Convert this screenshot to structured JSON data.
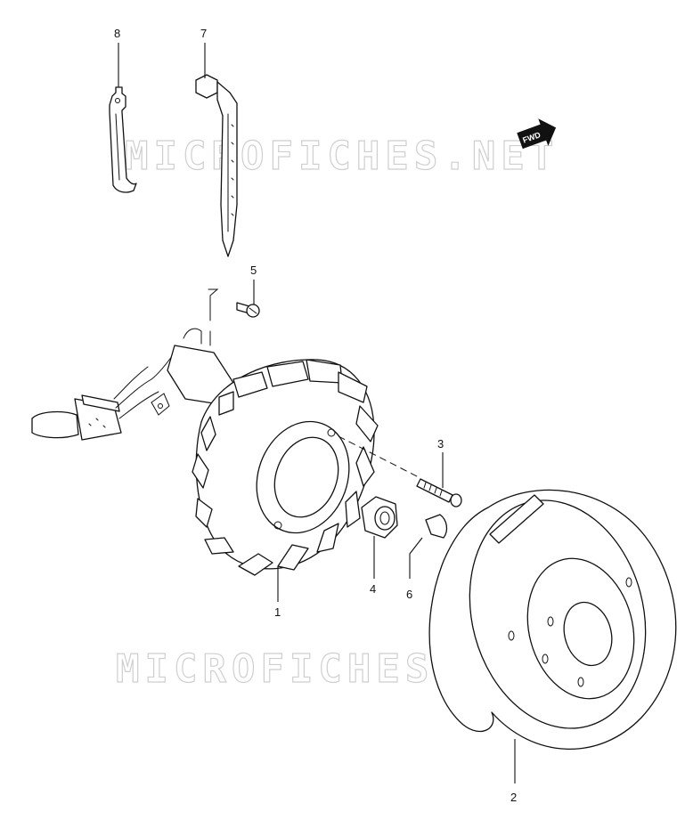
{
  "watermark": {
    "text": "MICROFICHES.NET"
  },
  "fwd_badge": {
    "label": "FWD"
  },
  "callouts": [
    {
      "id": "1",
      "label": "1"
    },
    {
      "id": "2",
      "label": "2"
    },
    {
      "id": "3",
      "label": "3"
    },
    {
      "id": "4",
      "label": "4"
    },
    {
      "id": "5",
      "label": "5"
    },
    {
      "id": "6",
      "label": "6"
    },
    {
      "id": "7",
      "label": "7"
    },
    {
      "id": "8",
      "label": "8"
    }
  ]
}
